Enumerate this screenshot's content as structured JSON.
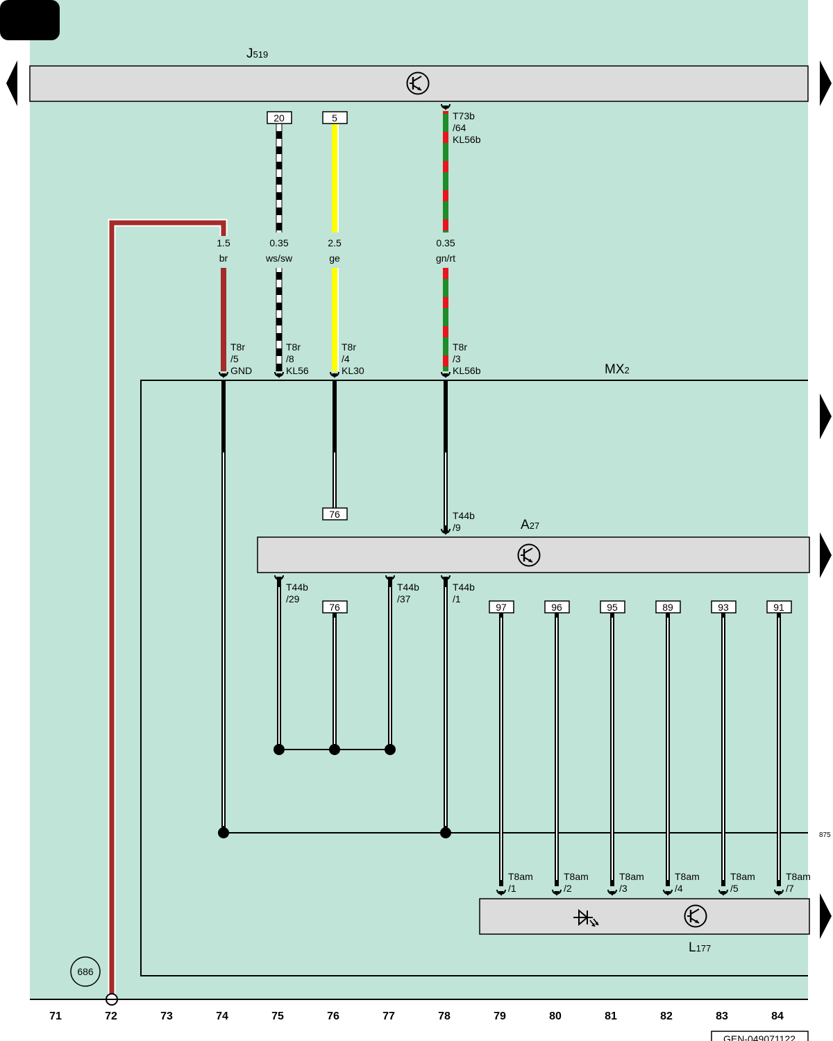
{
  "page": {
    "doc_id": "GEN-049071122",
    "edge_ref": "875",
    "ground_point": "686"
  },
  "columns": [
    "71",
    "72",
    "73",
    "74",
    "75",
    "76",
    "77",
    "78",
    "79",
    "80",
    "81",
    "82",
    "83",
    "84"
  ],
  "components": {
    "j519": {
      "code": "J",
      "sub": "519"
    },
    "mx2": {
      "code": "MX",
      "sub": "2"
    },
    "a27": {
      "code": "A",
      "sub": "27"
    },
    "l177": {
      "code": "L",
      "sub": "177"
    }
  },
  "wire_refs": {
    "top_20": "20",
    "top_5": "5",
    "mid_76": "76",
    "a27_76": "76",
    "l177_refs": [
      "97",
      "96",
      "95",
      "89",
      "93",
      "91"
    ]
  },
  "wires": [
    {
      "col": "74",
      "size": "1.5",
      "color": "br"
    },
    {
      "col": "75",
      "size": "0.35",
      "color": "ws/sw"
    },
    {
      "col": "76",
      "size": "2.5",
      "color": "ge"
    },
    {
      "col": "78",
      "size": "0.35",
      "color": "gn/rt"
    }
  ],
  "pins": {
    "j519_top": [
      "T73b",
      "/64",
      "KL56b"
    ],
    "mx2_74": [
      "T8r",
      "/5",
      "GND"
    ],
    "mx2_75": [
      "T8r",
      "/8",
      "KL56"
    ],
    "mx2_76": [
      "T8r",
      "/4",
      "KL30"
    ],
    "mx2_78": [
      "T8r",
      "/3",
      "KL56b"
    ],
    "a27_in": [
      "T44b",
      "/9"
    ],
    "a27_29": [
      "T44b",
      "/29"
    ],
    "a27_37": [
      "T44b",
      "/37"
    ],
    "a27_1": [
      "T44b",
      "/1"
    ],
    "l177": [
      [
        "T8am",
        "/1"
      ],
      [
        "T8am",
        "/2"
      ],
      [
        "T8am",
        "/3"
      ],
      [
        "T8am",
        "/4"
      ],
      [
        "T8am",
        "/5"
      ],
      [
        "T8am",
        "/7"
      ]
    ]
  },
  "colors": {
    "background": "#c0e4d8",
    "component_fill": "#dcdcdc",
    "brown": "#a52a2a",
    "yellow": "#ffff00",
    "green": "#1e8c28",
    "red": "#e8141e"
  },
  "icons": [
    "transistor-icon",
    "led-icon",
    "nav-arrow-left-icon",
    "nav-arrow-right-icon"
  ]
}
